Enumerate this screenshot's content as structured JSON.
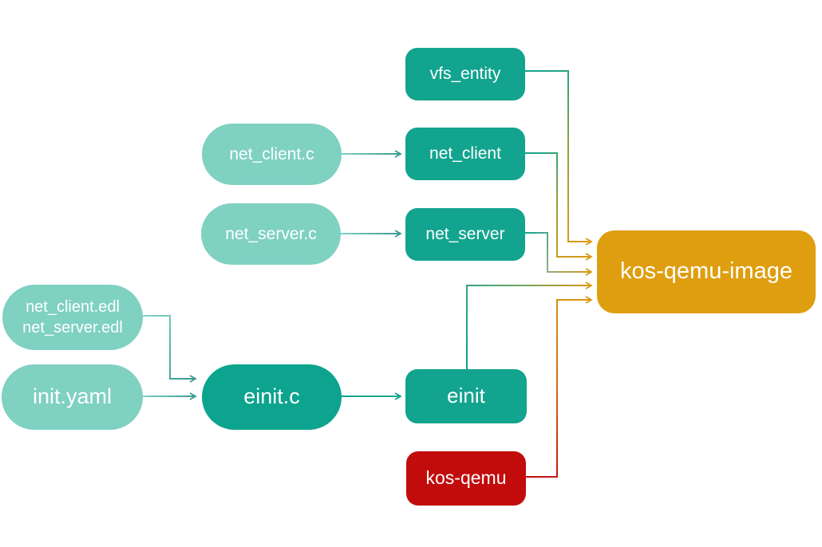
{
  "diagram": {
    "background": "#ffffff",
    "palette": {
      "source_pill": "#7FD1C2",
      "entity_box": "#12A48E",
      "einit_c_pill": "#0CA48E",
      "target_box": "#DF9E10",
      "kos_qemu_box": "#C20C0C",
      "arrow_teal": "#3A9A92",
      "arrow_dark_teal": "#0CA48E",
      "arrow_gold": "#D99B12",
      "text": "#ffffff"
    },
    "nodes": {
      "net_client_c": {
        "label": "net_client.c",
        "kind": "source-file"
      },
      "net_server_c": {
        "label": "net_server.c",
        "kind": "source-file"
      },
      "edl_files": {
        "label_line1": "net_client.edl",
        "label_line2": "net_server.edl",
        "kind": "source-file"
      },
      "init_yaml": {
        "label": "init.yaml",
        "kind": "source-file"
      },
      "einit_c": {
        "label": "einit.c",
        "kind": "generated-source"
      },
      "vfs_entity": {
        "label": "vfs_entity",
        "kind": "entity"
      },
      "net_client": {
        "label": "net_client",
        "kind": "entity"
      },
      "net_server": {
        "label": "net_server",
        "kind": "entity"
      },
      "einit": {
        "label": "einit",
        "kind": "entity"
      },
      "kos_qemu": {
        "label": "kos-qemu",
        "kind": "component"
      },
      "kos_qemu_image": {
        "label": "kos-qemu-image",
        "kind": "target"
      }
    },
    "edges": [
      {
        "from": "net_client.c",
        "to": "net_client"
      },
      {
        "from": "net_server.c",
        "to": "net_server"
      },
      {
        "from": "net_client.edl / net_server.edl",
        "to": "einit.c"
      },
      {
        "from": "init.yaml",
        "to": "einit.c"
      },
      {
        "from": "einit.c",
        "to": "einit"
      },
      {
        "from": "vfs_entity",
        "to": "kos-qemu-image"
      },
      {
        "from": "net_client",
        "to": "kos-qemu-image"
      },
      {
        "from": "net_server",
        "to": "kos-qemu-image"
      },
      {
        "from": "einit",
        "to": "kos-qemu-image"
      },
      {
        "from": "kos-qemu",
        "to": "kos-qemu-image"
      }
    ]
  }
}
